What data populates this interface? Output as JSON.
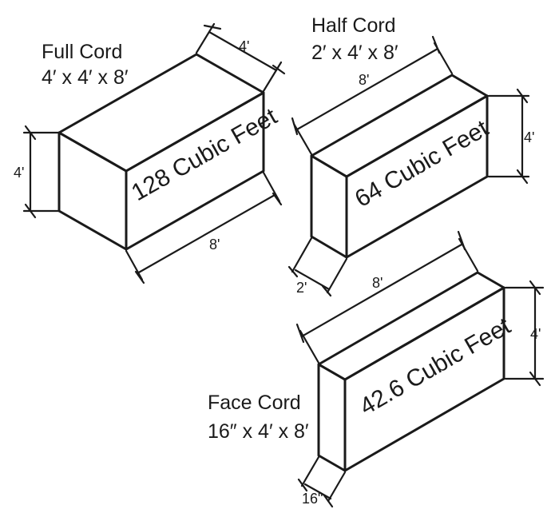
{
  "full_cord": {
    "title": "Full Cord",
    "dims": "4′ x 4′ x 8′",
    "volume": "128 Cubic Feet",
    "dim_top": "4'",
    "dim_left": "4'",
    "dim_bottom": "8'"
  },
  "half_cord": {
    "title": "Half Cord",
    "dims": "2′ x 4′ x 8′",
    "volume": "64 Cubic Feet",
    "dim_top": "8'",
    "dim_right": "4'",
    "dim_bottom": "2'"
  },
  "face_cord": {
    "title": "Face Cord",
    "dims": "16″ x 4′ x 8′",
    "volume": "42.6 Cubic Feet",
    "dim_top": "8'",
    "dim_right": "4'",
    "dim_bottom": "16\""
  }
}
